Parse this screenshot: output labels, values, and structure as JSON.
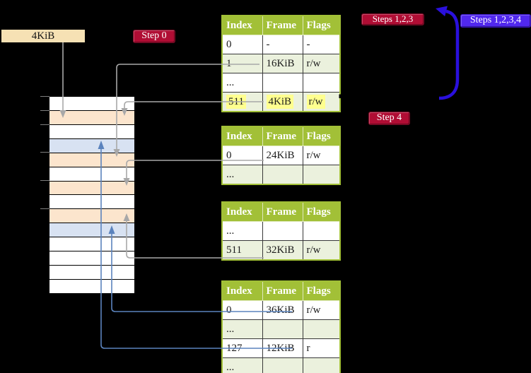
{
  "palette": {
    "background": "#000000",
    "wheat_box": "#f6e1b4",
    "badge_red": "#b00d34",
    "badge_blue": "#5128ee",
    "table_header_bg": "#a2c037",
    "table_row_green": "#ebf1dd",
    "table_row_white": "#ffffff",
    "mem_peach": "#fce5cd",
    "mem_blue": "#d8e2f2",
    "mem_white": "#ffffff",
    "highlight_yellow": "#ffff8f",
    "connector_gray": "#a8a8a8",
    "connector_blue": "#5b83bd",
    "big_arrow_blue": "#2a10dd",
    "cell_text": "#1c1c1c"
  },
  "labels": {
    "page_size_box": "4KiB",
    "step0": "Step 0",
    "steps123": "Steps 1,2,3",
    "steps1234": "Steps 1,2,3,4",
    "step4": "Step 4"
  },
  "memory_column": {
    "rows": [
      "white",
      "peach",
      "white",
      "blue",
      "peach",
      "white",
      "peach",
      "white",
      "peach",
      "blue",
      "white",
      "white",
      "white",
      "white"
    ]
  },
  "tables": [
    {
      "headers": [
        "Index",
        "Frame",
        "Flags"
      ],
      "highlighted_row_index": 3,
      "rows": [
        {
          "index": "0",
          "frame": "-",
          "flags": "-"
        },
        {
          "index": "1",
          "frame": "16KiB",
          "flags": "r/w"
        },
        {
          "index": "...",
          "frame": "",
          "flags": ""
        },
        {
          "index": "511",
          "frame": "4KiB",
          "flags": "r/w"
        }
      ]
    },
    {
      "headers": [
        "Index",
        "Frame",
        "Flags"
      ],
      "rows": [
        {
          "index": "0",
          "frame": "24KiB",
          "flags": "r/w"
        },
        {
          "index": "...",
          "frame": "",
          "flags": ""
        }
      ]
    },
    {
      "headers": [
        "Index",
        "Frame",
        "Flags"
      ],
      "rows": [
        {
          "index": "...",
          "frame": "",
          "flags": ""
        },
        {
          "index": "511",
          "frame": "32KiB",
          "flags": "r/w"
        }
      ]
    },
    {
      "headers": [
        "Index",
        "Frame",
        "Flags"
      ],
      "rows": [
        {
          "index": "0",
          "frame": "36KiB",
          "flags": "r/w"
        },
        {
          "index": "...",
          "frame": "",
          "flags": ""
        },
        {
          "index": "127",
          "frame": "12KiB",
          "flags": "r"
        },
        {
          "index": "...",
          "frame": "",
          "flags": ""
        }
      ]
    }
  ]
}
